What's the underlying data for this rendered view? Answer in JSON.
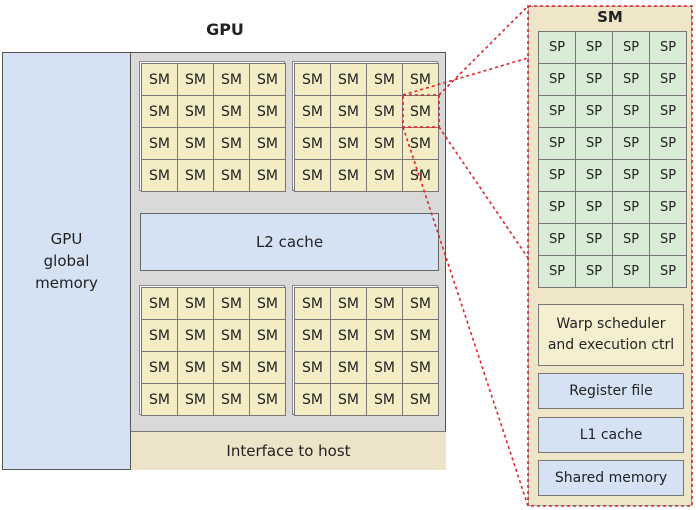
{
  "gpu_title": "GPU",
  "global_memory_label": "GPU\nglobal\nmemory",
  "sm_cell_label": "SM",
  "l2_cache_label": "L2 cache",
  "interface_label": "Interface to host",
  "sm_panel": {
    "title": "SM",
    "sp_label": "SP",
    "warp_scheduler_label": "Warp scheduler\nand execution ctrl",
    "register_file_label": "Register file",
    "l1_cache_label": "L1 cache",
    "shared_memory_label": "Shared memory"
  }
}
